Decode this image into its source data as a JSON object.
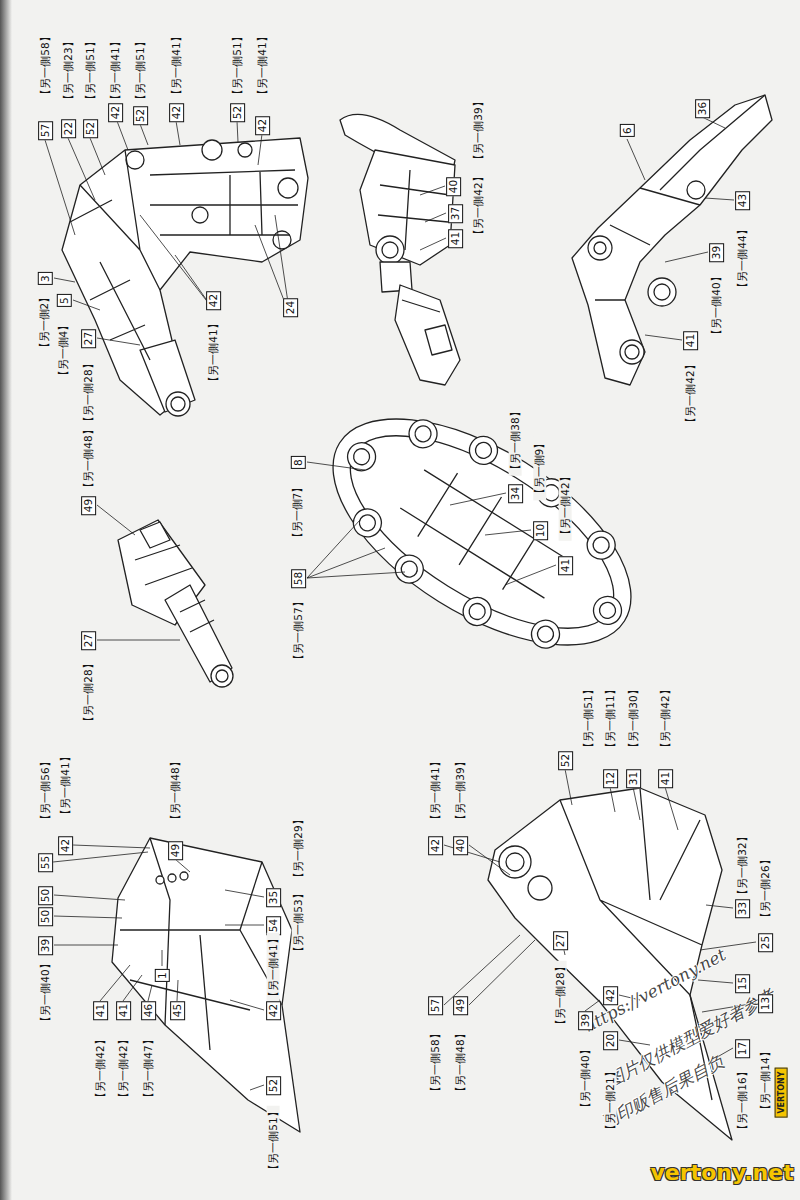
{
  "diagram": {
    "labels": [
      "57",
      "【另一側58】",
      "【另一側23】",
      "22",
      "【另一側51】",
      "52",
      "【另一側41】",
      "42",
      "【另一側51】",
      "52",
      "【另一側41】",
      "42",
      "【另一側51】",
      "52",
      "【另一側41】",
      "42",
      "3",
      "【另一側2】",
      "5",
      "【另一側4】",
      "27",
      "【另一側28】",
      "42",
      "【另一側41】",
      "24",
      "【另一側39】",
      "40",
      "37",
      "41",
      "【另一側42】",
      "36",
      "6",
      "43",
      "【另一側44】",
      "39",
      "【另一側40】",
      "41",
      "【另一側42】",
      "【另一側48】",
      "49",
      "27",
      "【另一側28】",
      "8",
      "【另一側7】",
      "58",
      "【另一側57】",
      "【另一側38】",
      "34",
      "【另一側9】",
      "10",
      "【另一側42】",
      "41",
      "【另一側56】",
      "55",
      "【另一側41】",
      "42",
      "【另一側48】",
      "49",
      "50",
      "50",
      "39",
      "【另一側40】",
      "41",
      "【另一側42】",
      "41",
      "【另一側42】",
      "46",
      "【另一側47】",
      "1",
      "45",
      "【另一側29】",
      "35",
      "【另一側53】",
      "54",
      "【另一側41】",
      "42",
      "52",
      "【另一側51】",
      "【另一側41】",
      "42",
      "【另一側39】",
      "40",
      "【另一側51】",
      "52",
      "【另一側11】",
      "12",
      "【另一側30】",
      "31",
      "【另一側42】",
      "41",
      "【另一側32】",
      "33",
      "【另一側26】",
      "25",
      "15",
      "13",
      "17",
      "【另一側16】",
      "【另一側14】",
      "57",
      "【另一側58】",
      "49",
      "【另一側48】",
      "27",
      "【另一側28】",
      "39",
      "【另一側40】",
      "42",
      "20",
      "【另一側21】",
      "https://vertony.net",
      "图片仅供模型爱好者参考",
      "列印贩售后果自负",
      "VERTONY",
      "vertony.net"
    ]
  }
}
